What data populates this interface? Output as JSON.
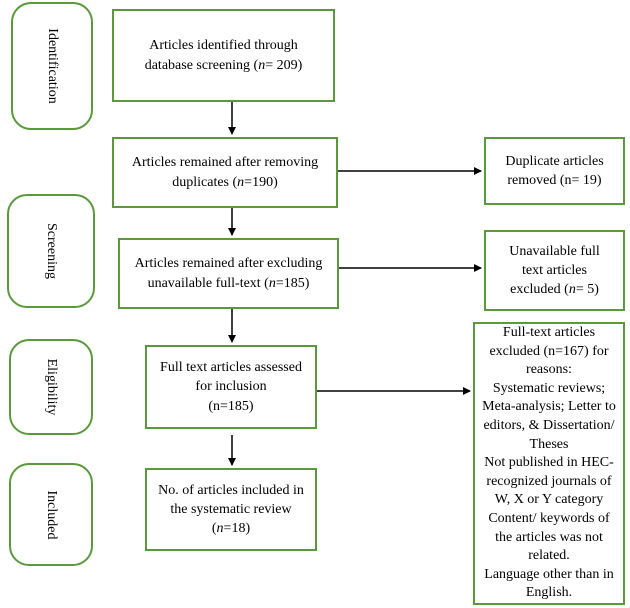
{
  "phases": {
    "identification": "Identification",
    "screening": "Screening",
    "eligibility": "Eligibility",
    "included": "Included"
  },
  "boxes": {
    "identified": {
      "lines": [
        "Articles identified through",
        "database screening ("
      ],
      "n_label": "n",
      "n_value": "= 209)"
    },
    "after_duplicates": {
      "line1": "Articles remained after removing",
      "line2_prefix": "duplicates (",
      "n_label": "n",
      "n_value": "=190)"
    },
    "duplicates_removed": {
      "line1": "Duplicate articles",
      "line2": "removed (n= 19)"
    },
    "after_unavailable": {
      "line1": "Articles remained after excluding",
      "line2_prefix": "unavailable full-text (",
      "n_label": "n",
      "n_value": "=185)"
    },
    "unavailable_excluded": {
      "line1": "Unavailable full",
      "line2": "text articles",
      "line3_prefix": "excluded (",
      "n_label": "n",
      "n_value": "= 5)"
    },
    "assessed": {
      "line1": "Full text articles assessed",
      "line2": "for inclusion",
      "line3": "(n=185)"
    },
    "fulltext_excluded": {
      "lines": [
        "Full-text articles",
        "excluded (n=167) for",
        "reasons:",
        "Systematic reviews;",
        "Meta-analysis; Letter to",
        "editors, & Dissertation/",
        "Theses",
        "Not published in HEC-",
        "recognized journals of",
        "W, X or Y category",
        "Content/ keywords of",
        "the articles was not",
        "related.",
        "Language other than in",
        "English."
      ]
    },
    "included": {
      "line1": "No. of articles included in",
      "line2": "the systematic review",
      "line3_prefix": "(",
      "n_label": "n",
      "n_value": "=18)"
    }
  },
  "colors": {
    "box_border": "#5a9a3c",
    "arrow": "#000000"
  }
}
